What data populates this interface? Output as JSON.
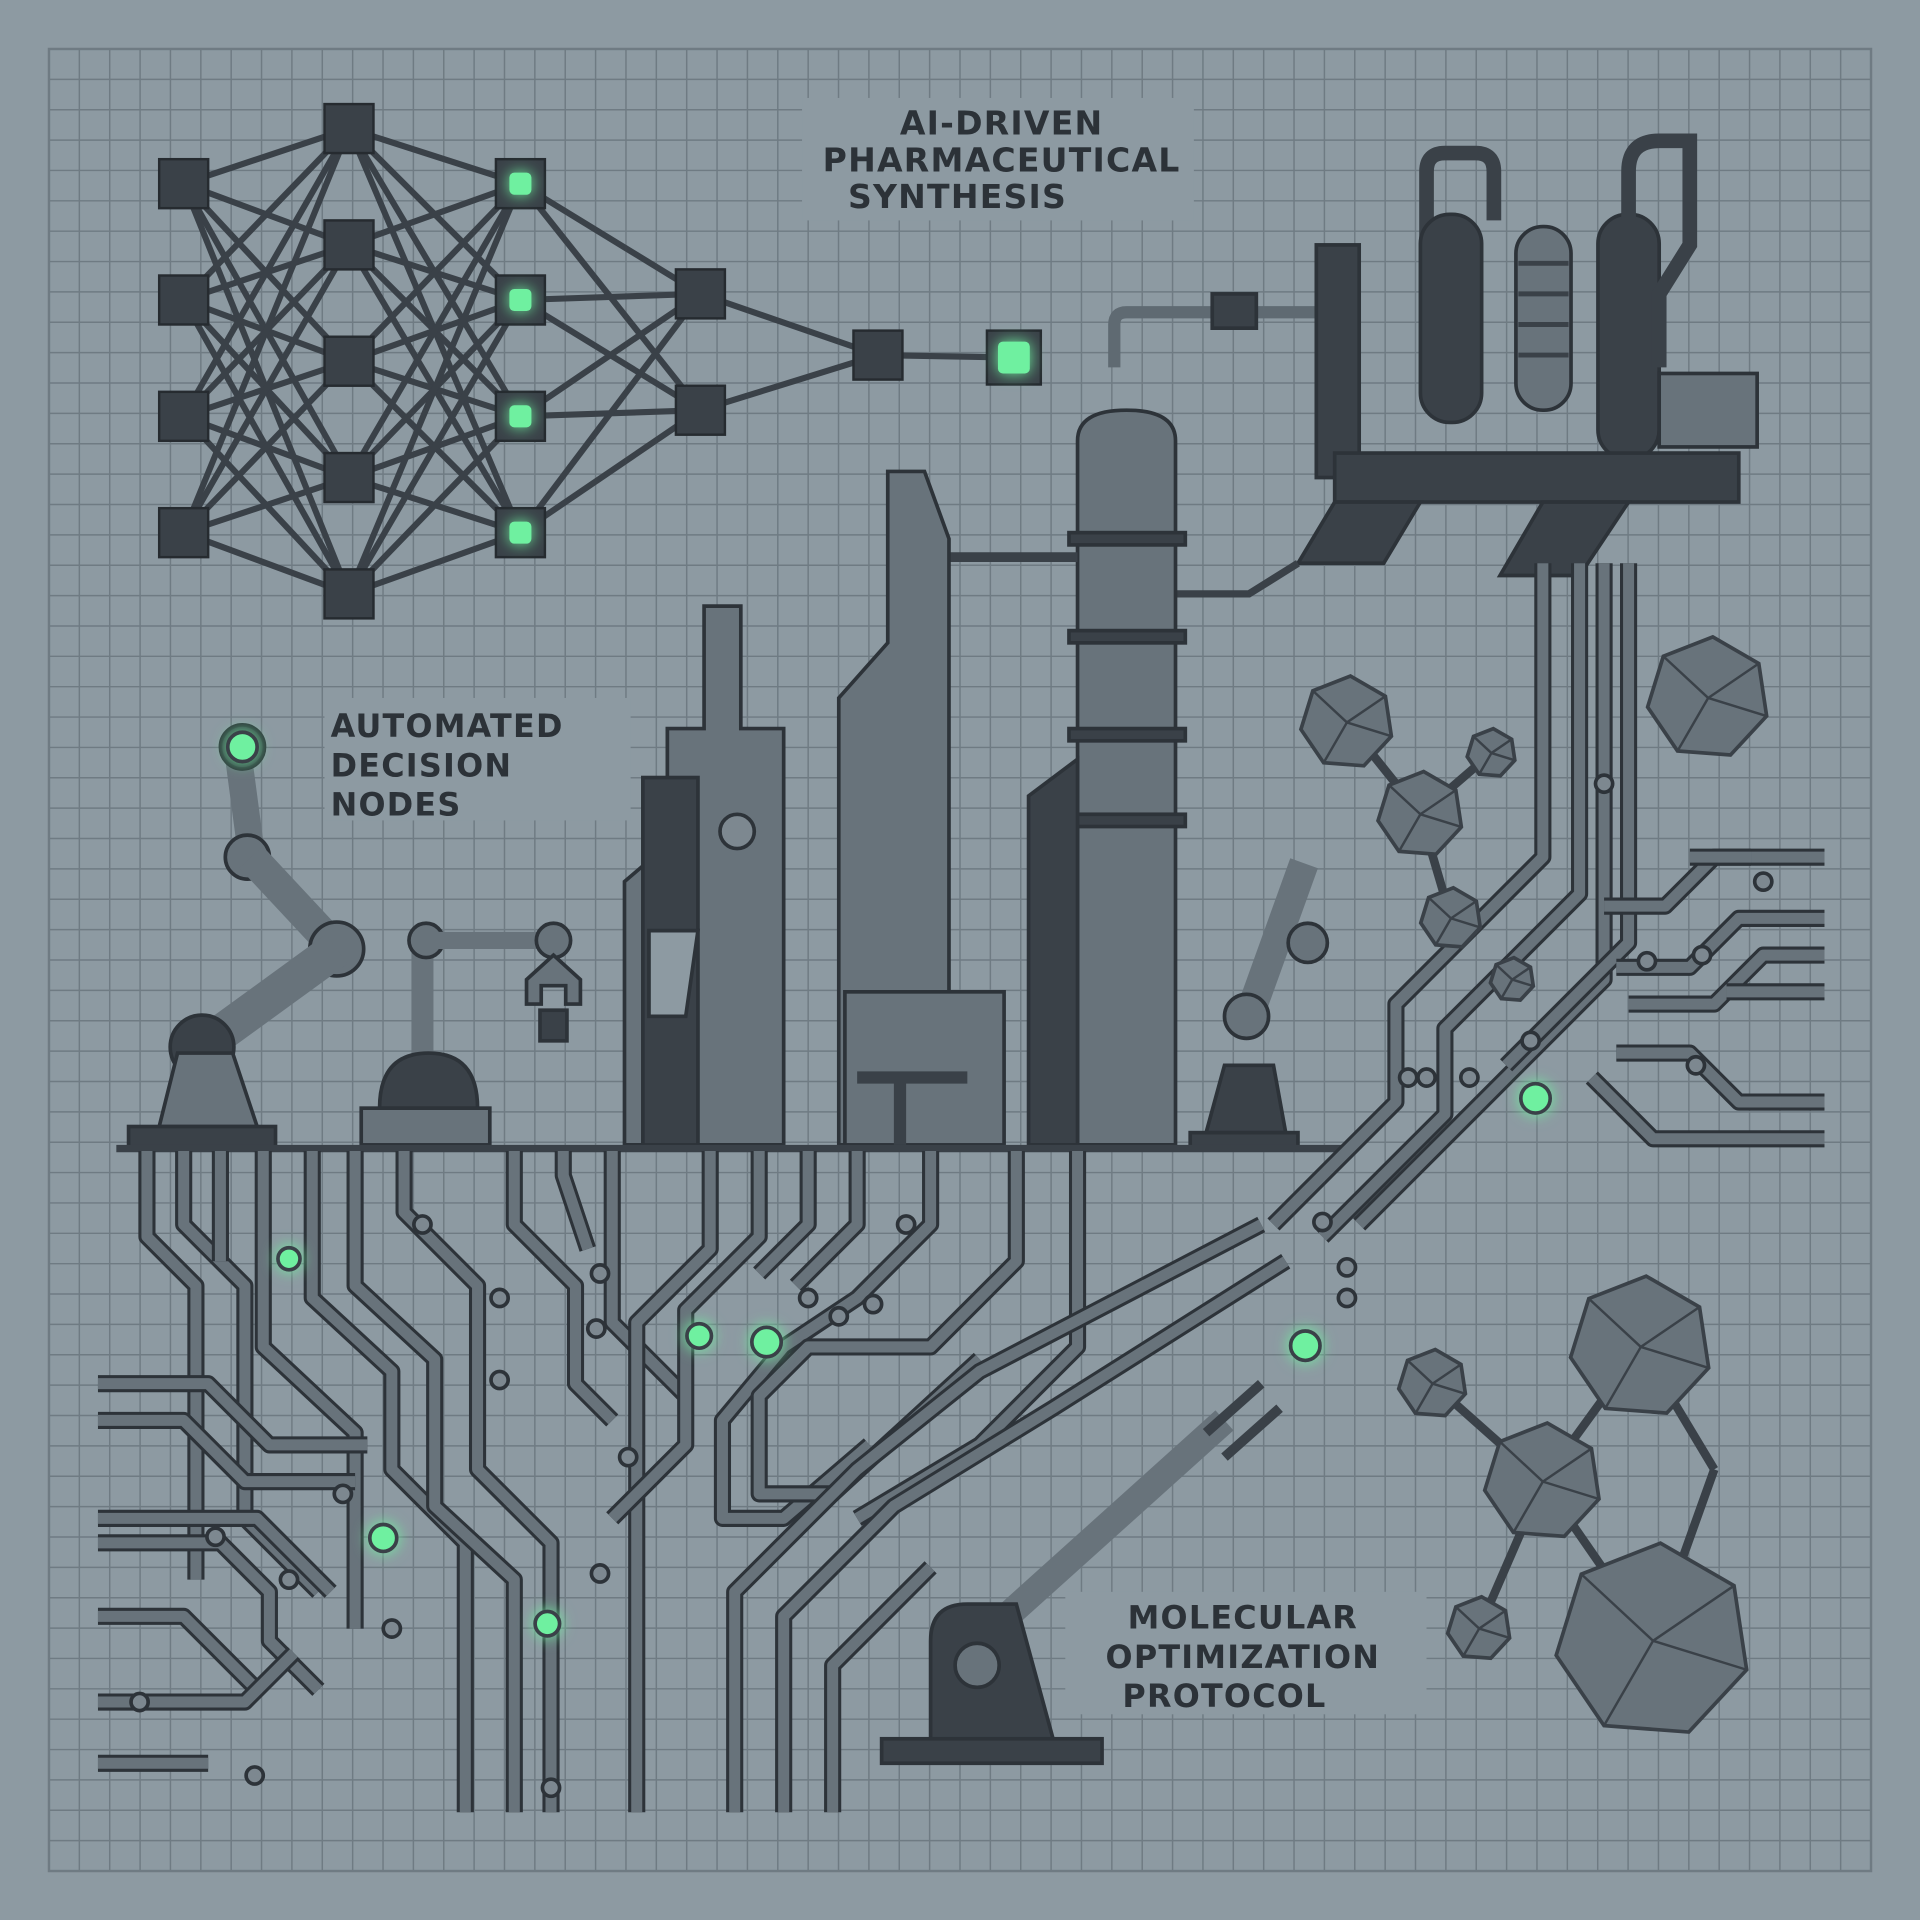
{
  "title": {
    "lines": [
      "AI-DRIVEN",
      "PHARMACEUTICAL",
      "SYNTHESIS"
    ]
  },
  "label_decision": {
    "lines": [
      "AUTOMATED",
      "DECISION",
      "NODES"
    ]
  },
  "label_molecular": {
    "lines": [
      "MOLECULAR",
      "OPTIMIZATION",
      "PROTOCOL"
    ]
  },
  "colors": {
    "background": "#8d9aa2",
    "grid": "#6f7b83",
    "dark": "#3a4148",
    "mid": "#68737b",
    "light": "#7d8890",
    "glow": "#6ff0a0"
  }
}
